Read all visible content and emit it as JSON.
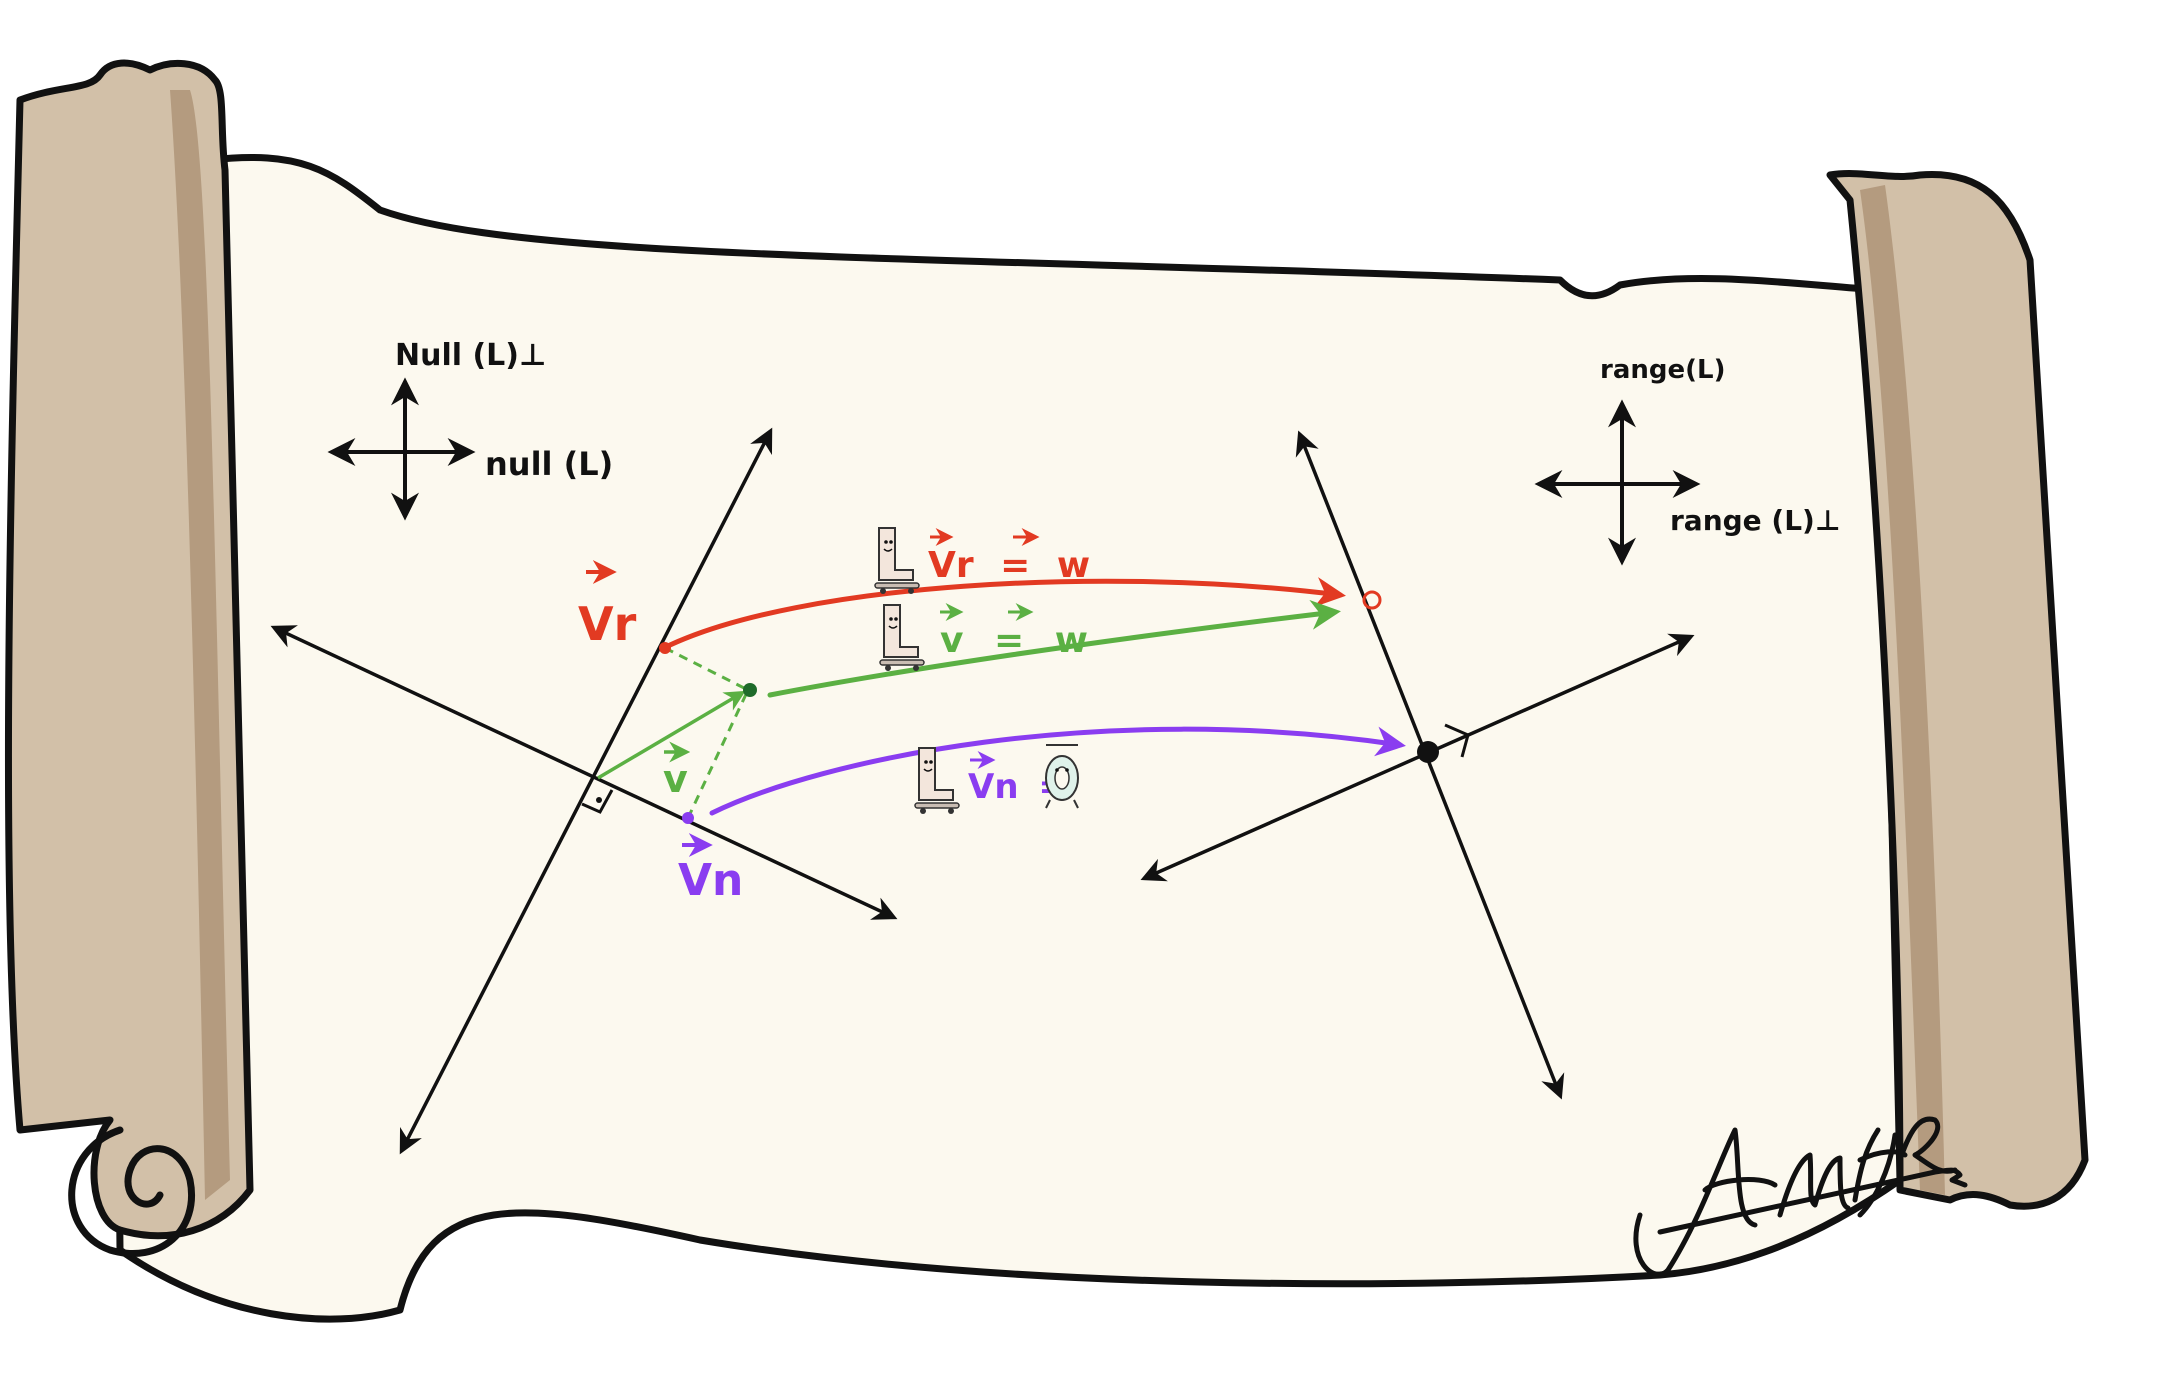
{
  "palette": {
    "ink": "#111111",
    "paper": "#fcf9ef",
    "roll_light": "#d2c0a8",
    "roll_dark": "#b49b7f",
    "red": "#e23a22",
    "green": "#5bb043",
    "dark_green": "#1e6b2a",
    "purple": "#8a3df0"
  },
  "left_axes": {
    "vertical_label": "Null (L)⊥",
    "horizontal_label": "null (L)"
  },
  "right_axes": {
    "vertical_label": "range(L)",
    "horizontal_label": "range (L)⊥"
  },
  "labels": {
    "v_r": "Vr",
    "v": "v",
    "v_n": "Vn"
  },
  "mappings": {
    "red": {
      "lhs": "Vr",
      "eq": "=",
      "rhs": "w"
    },
    "green": {
      "lhs": "v",
      "eq": "=",
      "rhs": "w"
    },
    "purple": {
      "lhs": "Vn",
      "eq": "="
    }
  },
  "icons": {
    "map_character": "skateboard-L-icon",
    "zero_character": "zero-vector-icon"
  },
  "signature": "AMJR"
}
